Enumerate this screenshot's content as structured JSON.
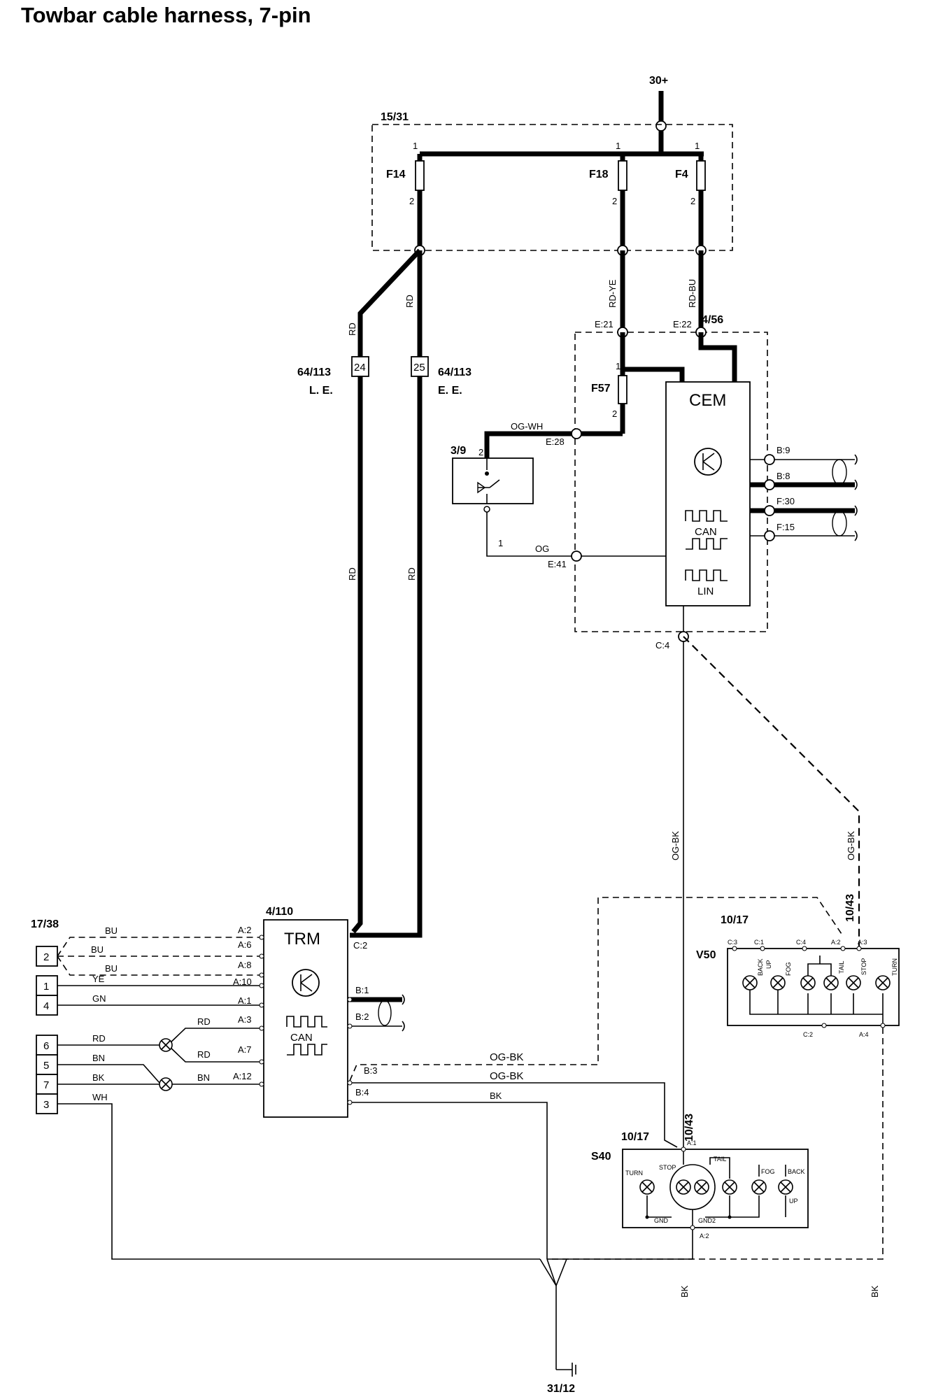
{
  "title": "Towbar cable harness, 7-pin",
  "supply": "30+",
  "ground": "31/12",
  "fuse_box": {
    "id": "15/31",
    "fuses": [
      {
        "name": "F14",
        "pin1": "1",
        "pin2": "2"
      },
      {
        "name": "F18",
        "pin1": "1",
        "pin2": "2"
      },
      {
        "name": "F4",
        "pin1": "1",
        "pin2": "2"
      }
    ]
  },
  "connectors": {
    "c24": {
      "pin": "24",
      "id": "64/113",
      "sub": "L. E."
    },
    "c25": {
      "pin": "25",
      "id": "64/113",
      "sub": "E. E."
    }
  },
  "cem": {
    "id": "4/56",
    "name": "CEM",
    "fuse": {
      "name": "F57",
      "pin1": "1",
      "pin2": "2"
    },
    "pins": {
      "e21": "E:21",
      "e22": "E:22",
      "e28": "E:28",
      "e41": "E:41",
      "c4": "C:4",
      "b9": "B:9",
      "b8": "B:8",
      "f30": "F:30",
      "f15": "F:15"
    },
    "bus1": "CAN",
    "bus2": "LIN"
  },
  "switch": {
    "id": "3/9",
    "pin_a": "2",
    "pin_b": "1"
  },
  "trm": {
    "id": "4/110",
    "name": "TRM",
    "bus": "CAN",
    "pins_left": [
      "A:2",
      "A:6",
      "A:8",
      "A:10",
      "A:1",
      "A:3",
      "A:7",
      "A:12"
    ],
    "pins_right": [
      "C:2",
      "B:1",
      "B:2",
      "B:3",
      "B:4"
    ]
  },
  "socket": {
    "id": "17/38",
    "pins": [
      "2",
      "1",
      "4",
      "6",
      "5",
      "7",
      "3"
    ]
  },
  "wires": {
    "rd": "RD",
    "rd_ye": "RD-YE",
    "rd_bu": "RD-BU",
    "og_wh": "OG-WH",
    "og": "OG",
    "og_bk": "OG-BK",
    "bk": "BK",
    "bu": "BU",
    "ye": "YE",
    "gn": "GN",
    "bn": "BN",
    "wh": "WH"
  },
  "v50": {
    "id": "10/17",
    "model": "V50",
    "side_id": "10/43",
    "pins_top": [
      "C:3",
      "C:1",
      "C:4",
      "A:2",
      "A:3"
    ],
    "pins_bottom": [
      "C:2",
      "A:4"
    ],
    "lamps": [
      "BACK",
      "UP",
      "FOG",
      "TAIL",
      "STOP",
      "TURN"
    ]
  },
  "s40": {
    "id": "10/17",
    "model": "S40",
    "side_id": "10/43",
    "pins_top": [
      "A:1"
    ],
    "pins_bottom": [
      "A:2"
    ],
    "lamps": [
      "TURN",
      "STOP",
      "TAIL",
      "FOG",
      "BACK",
      "UP"
    ],
    "grounds": [
      "GND",
      "GND2"
    ]
  }
}
